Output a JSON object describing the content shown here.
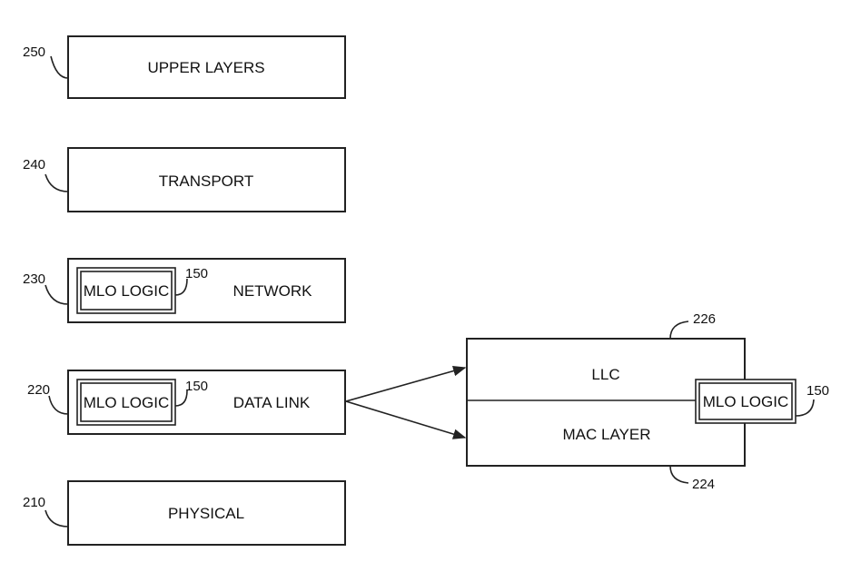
{
  "layers": {
    "upper": {
      "ref": "250",
      "label": "UPPER LAYERS"
    },
    "transport": {
      "ref": "240",
      "label": "TRANSPORT"
    },
    "network": {
      "ref": "230",
      "label": "NETWORK",
      "module": {
        "label": "MLO LOGIC",
        "ref": "150"
      }
    },
    "datalink": {
      "ref": "220",
      "label": "DATA LINK",
      "module": {
        "label": "MLO LOGIC",
        "ref": "150"
      }
    },
    "physical": {
      "ref": "210",
      "label": "PHYSICAL"
    }
  },
  "sublayers": {
    "llc": {
      "ref": "226",
      "label": "LLC"
    },
    "mac": {
      "ref": "224",
      "label": "MAC LAYER"
    },
    "module": {
      "label": "MLO LOGIC",
      "ref": "150"
    }
  }
}
